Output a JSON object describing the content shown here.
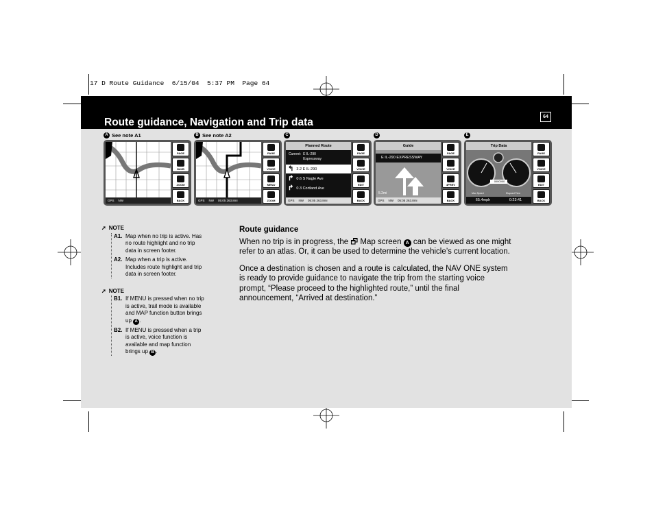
{
  "slug": "17 D Route Guidance  6/15/04  5:37 PM  Page 64",
  "header": {
    "title": "Route guidance, Navigation and Trip data",
    "page_number": "64"
  },
  "screens": [
    {
      "letter": "A",
      "label": "See note A1",
      "buttons": [
        "PAGE",
        "NAVB",
        "ZOOM",
        "BACK"
      ],
      "footer_left": "GPS",
      "footer_dir": "NW",
      "footer_right": ""
    },
    {
      "letter": "B",
      "label": "See note A2",
      "buttons": [
        "PAGE",
        "VOICE",
        "MENU",
        "ZOOM"
      ],
      "footer_left": "GPS",
      "footer_dir": "NW",
      "footer_right": "05:05 263.8mi"
    },
    {
      "letter": "C",
      "label": "",
      "title": "Planned Route",
      "current_label": "Current:",
      "current_road": "E IL-290 Expressway",
      "rows": [
        "3.2 E IL-290",
        "0.6 S Nagle Ave",
        "0.3 Cortland Ave"
      ],
      "buttons": [
        "PAGE",
        "VOICE",
        "EDIT",
        "BACK"
      ],
      "footer_left": "GPS",
      "footer_dir": "NW",
      "footer_right": "05:05 263.8mi"
    },
    {
      "letter": "D",
      "label": "",
      "title": "Guide",
      "road": "E IL-290 EXPRESSWAY",
      "distance": "5.2mi",
      "buttons": [
        "PAGE",
        "VOICE",
        "4PREV",
        "BACK"
      ],
      "footer_left": "GPS",
      "footer_dir": "NW",
      "footer_right": "05:05 263.8mi"
    },
    {
      "letter": "E",
      "label": "",
      "title": "Trip Data",
      "odometer": "0000000",
      "speed": "65.4mph",
      "time": "0:23:41",
      "speed_label": "Max Speed",
      "time_label": "Elapsed Time",
      "buttons": [
        "PAGE",
        "VOICE",
        "EDIT",
        "BACK"
      ]
    }
  ],
  "notes": [
    {
      "head": "NOTE",
      "items": [
        {
          "key": "A1.",
          "text": "Map when no trip is active. Has no route highlight and no trip data in screen footer."
        },
        {
          "key": "A2.",
          "text": "Map when a trip is active. Includes route highlight and trip data in screen footer."
        }
      ]
    },
    {
      "head": "NOTE",
      "items": [
        {
          "key": "B1.",
          "text": "If MENU is pressed when no trip is active, trail mode is available and MAP function button brings up",
          "ref": "A"
        },
        {
          "key": "B2.",
          "text": "If MENU is pressed when a trip is active, voice function is available and map function brings up",
          "ref": "B"
        }
      ]
    }
  ],
  "body": {
    "heading": "Route guidance",
    "p1_a": "When no trip is in progress, the",
    "p1_b": "Map screen",
    "p1_ref": "A",
    "p1_c": "can be viewed as one might refer to an atlas. Or, it can be used to determine the vehicle’s current location.",
    "p2": "Once a destination is chosen and a route is calculated, the NAV ONE system is ready to provide guidance to navigate the trip from the starting voice prompt, “Please proceed to the highlighted route,” until the final announcement, “Arrived at destination.”"
  }
}
